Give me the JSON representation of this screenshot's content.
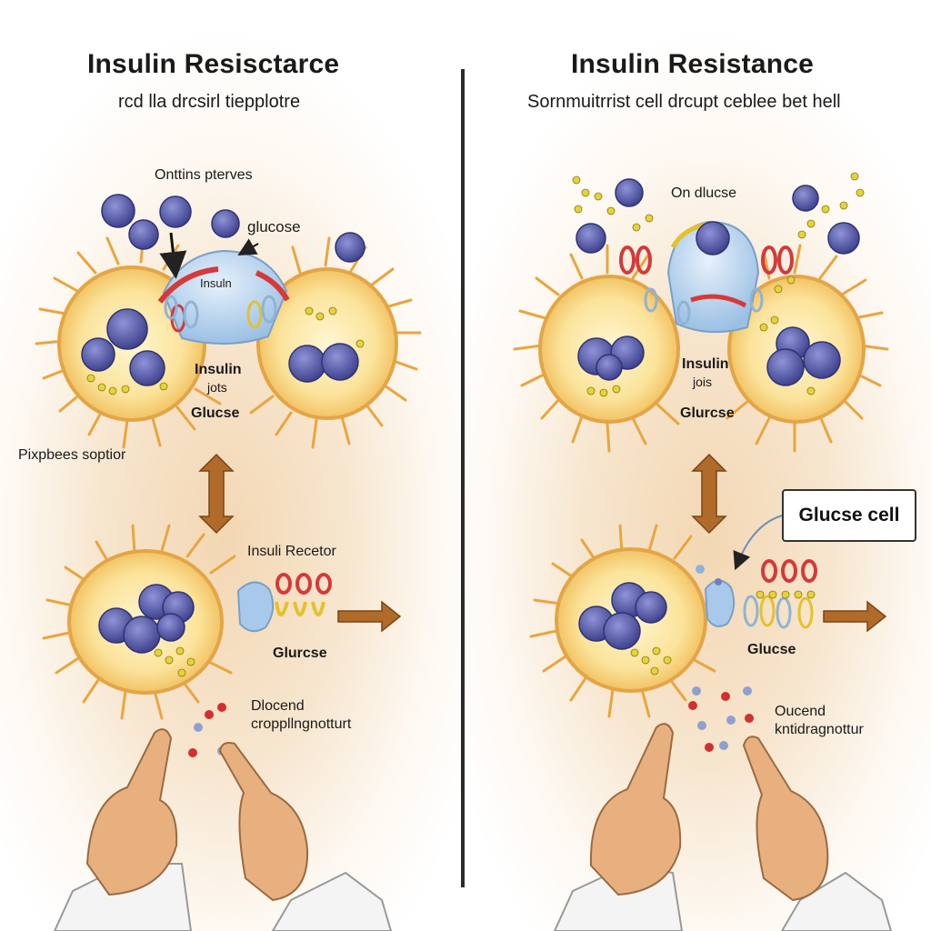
{
  "left": {
    "title": "Insulin Resisctarce",
    "subtitle": "rcd lla drcsirl tiepplotre",
    "labels": {
      "top": "Onttins pterves",
      "glucose_top": "glucose",
      "insulin_molecule": "Insuln",
      "insulin_jots_1": "Insulin",
      "insulin_jots_2": "jots",
      "glucose_mid": "Glucse",
      "side": "Pixpbees soptior",
      "receptor": "Insuli Recetor",
      "glucose_bottom": "Glurcse",
      "bottom_1": "Dlocend",
      "bottom_2": "croppllngnotturt"
    }
  },
  "right": {
    "title": "Insulin Resistance",
    "subtitle": "Sornmuitrrist cell drcupt  ceblee bet hell",
    "labels": {
      "top": "On dlucse",
      "insulin_jots_1": "Insulin",
      "insulin_jots_2": "jois",
      "glucose_mid": "Glurcse",
      "callout": "Glucse cell",
      "glucose_bottom": "Glucse",
      "bottom_1": "Oucend",
      "bottom_2": "kntidragnottur"
    }
  },
  "colors": {
    "cell_fill": "#fbe9a8",
    "cell_spikes": "#e8a640",
    "glucose": "#5e63b0",
    "granules": "#e6d23a",
    "receptor_red": "#d43a3a",
    "receptor_yellow": "#e3c22a",
    "receptor_blue": "#8fb3d8",
    "arrow": "#a8642a",
    "skin": "#e9b07f"
  }
}
